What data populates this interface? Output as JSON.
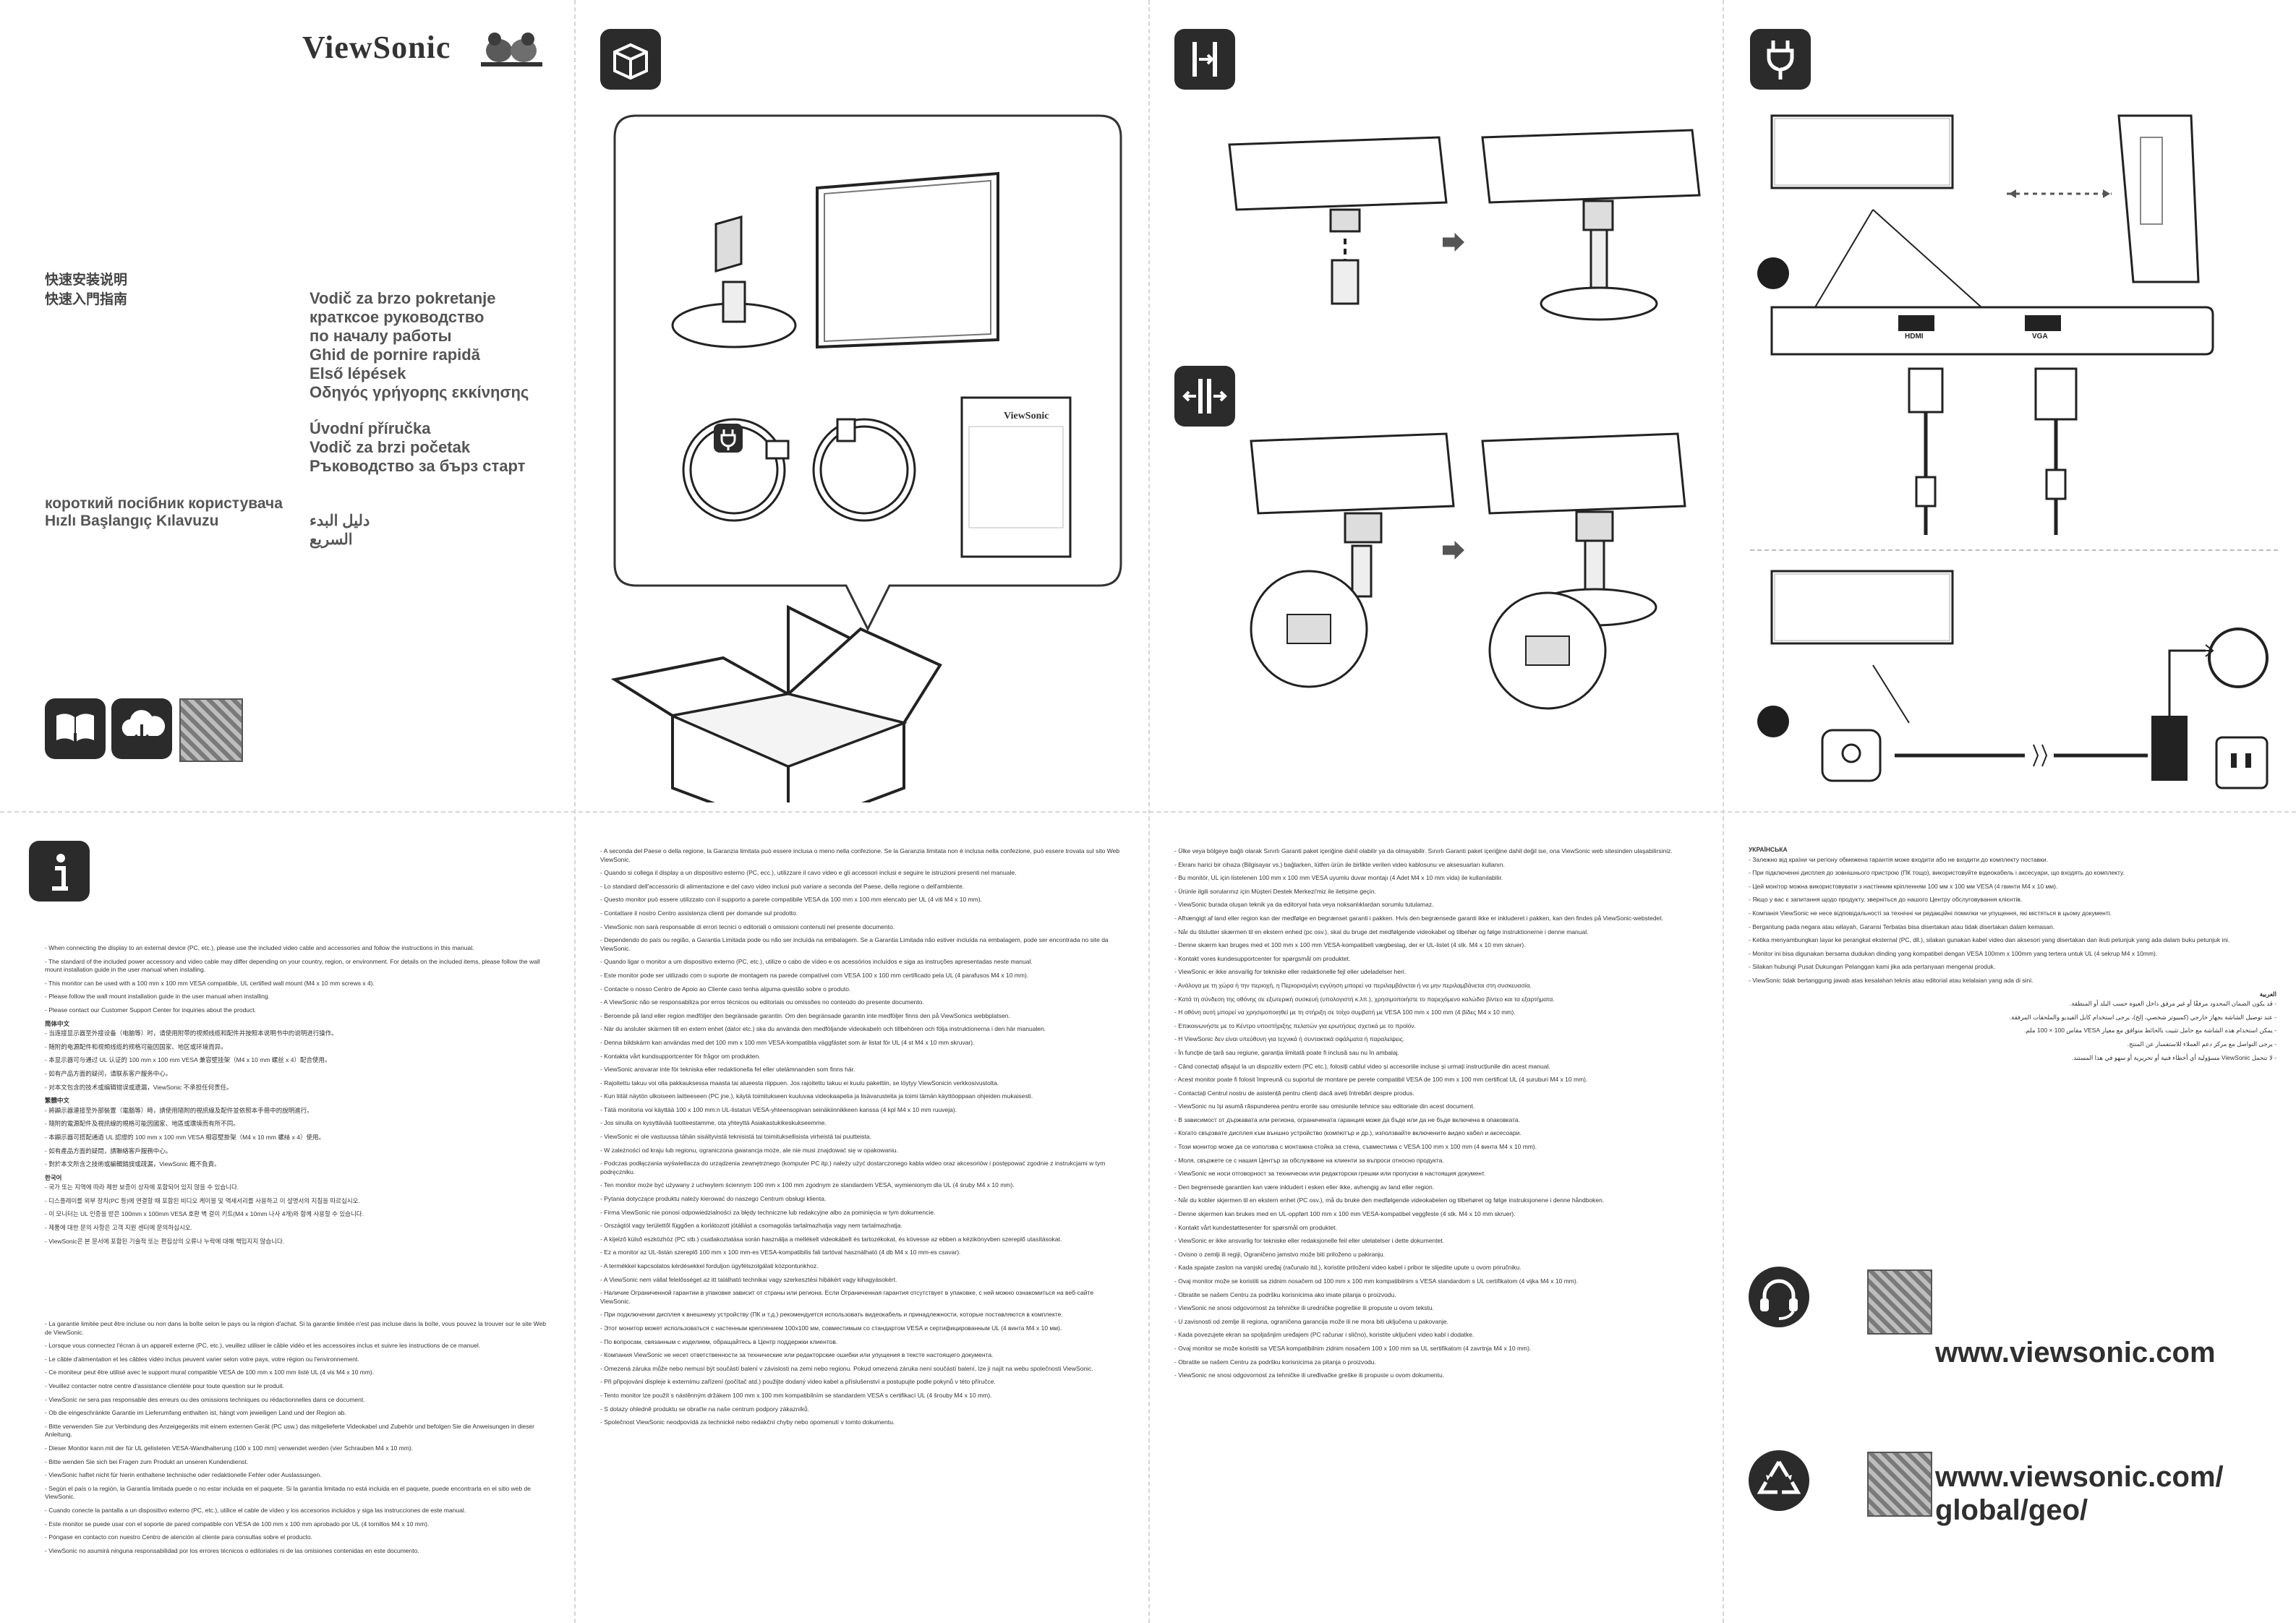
{
  "header": {
    "brand": "ViewSonic"
  },
  "titles": {
    "cjk": [
      "快速安装说明",
      "快速入門指南"
    ],
    "group1": [
      "Vodič za brzo pokretanje",
      "кратксое руководство",
      "по началу работы",
      "Ghid de pornire rapidă",
      "Első lépések",
      "Οδηγός γρήγορης εκκίνησης"
    ],
    "group2": [
      "Úvodní příručka",
      "Vodič za brzi početak",
      "Ръководство за бърз старт"
    ],
    "ua": "короткий посібник користувача",
    "tr": "Hızlı Başlangıç Kılavuzu",
    "ar": "دليل البدء السريع"
  },
  "icons": {
    "box": "box-icon",
    "stand": "stand-install-icon",
    "stand_remove": "stand-remove-icon",
    "power": "power-plug-icon",
    "info": "info-icon",
    "manual_download": "manual-download-icon",
    "cloud_download": "cloud-download-icon",
    "support": "headset-icon",
    "recycle": "recycle-icon"
  },
  "connectors": {
    "hdmi": "HDMI",
    "vga": "VGA"
  },
  "box_contents": {
    "guide_brand": "ViewSonic"
  },
  "urls": {
    "main": "www.viewsonic.com",
    "geo_line1": "www.viewsonic.com/",
    "geo_line2": "global/geo/"
  },
  "text": {
    "en": [
      "When connecting the display to an external device (PC, etc.), please use the included video cable and accessories and follow the instructions in this manual.",
      "The standard of the included power accessory and video cable may differ depending on your country, region, or environment. For details on the included items, please follow the wall mount installation guide in the user manual when installing.",
      "This monitor can be used with a 100 mm x 100 mm VESA compatible, UL certified wall mount (M4 x 10 mm screws x 4).",
      "Please follow the wall mount installation guide in the user manual when installing.",
      "Please contact our Customer Support Center for inquiries about the product."
    ],
    "fr": [
      "La garantie limitée peut être incluse ou non dans la boîte selon le pays ou la région d'achat. Si la garantie limitée n'est pas incluse dans la boîte, vous pouvez la trouver sur le site Web de ViewSonic.",
      "Lorsque vous connectez l'écran à un appareil externe (PC, etc.), veuillez utiliser le câble vidéo et les accessoires inclus et suivre les instructions de ce manuel.",
      "Le câble d'alimentation et les câbles vidéo inclus peuvent varier selon votre pays, votre région ou l'environnement.",
      "Ce moniteur peut être utilisé avec le support mural compatible VESA de 100 mm x 100 mm listé UL (4 vis M4 x 10 mm).",
      "Veuillez contacter notre centre d'assistance clientèle pour toute question sur le produit.",
      "ViewSonic ne sera pas responsable des erreurs ou des omissions techniques ou rédactionnelles dans ce document."
    ],
    "de": [
      "Ob die eingeschränkte Garantie im Lieferumfang enthalten ist, hängt vom jeweiligen Land und der Region ab.",
      "Bitte verwenden Sie zur Verbindung des Anzeigegeräts mit einem externen Gerät (PC usw.) das mitgelieferte Videokabel und Zubehör und befolgen Sie die Anweisungen in dieser Anleitung.",
      "Dieser Monitor kann mit der für UL gelisteten VESA-Wandhalterung (100 x 100 mm) verwendet werden (vier Schrauben M4 x 10 mm).",
      "Bitte wenden Sie sich bei Fragen zum Produkt an unseren Kundendienst.",
      "ViewSonic haftet nicht für hierin enthaltene technische oder redaktionelle Fehler oder Auslassungen."
    ],
    "es": [
      "Según el país o la región, la Garantía limitada puede o no estar incluida en el paquete. Si la garantía limitada no está incluida en el paquete, puede encontrarla en el sitio web de ViewSonic.",
      "Cuando conecte la pantalla a un dispositivo externo (PC, etc.), utilice el cable de vídeo y los accesorios incluidos y siga las instrucciones de este manual.",
      "Este monitor se puede usar con el soporte de pared compatible con VESA de 100 mm x 100 mm aprobado por UL (4 tornillos M4 x 10 mm).",
      "Póngase en contacto con nuestro Centro de atención al cliente para consultas sobre el producto.",
      "ViewSonic no asumirá ninguna responsabilidad por los errores técnicos o editoriales ni de las omisiones contenidas en este documento."
    ],
    "it": [
      "A seconda del Paese o della regione, la Garanzia limitata può essere inclusa o meno nella confezione. Se la Garanzia limitata non è inclusa nella confezione, può essere trovata sul sito Web ViewSonic.",
      "Quando si collega il display a un dispositivo esterno (PC, ecc.), utilizzare il cavo video e gli accessori inclusi e seguire le istruzioni presenti nel manuale.",
      "Lo standard dell'accessorio di alimentazione e del cavo video inclusi può variare a seconda del Paese, della regione o dell'ambiente.",
      "Questo monitor può essere utilizzato con il supporto a parete compatibile VESA da 100 mm x 100 mm elencato per UL (4 viti M4 x 10 mm).",
      "Contattare il nostro Centro assistenza clienti per domande sul prodotto.",
      "ViewSonic non sarà responsabile di errori tecnici o editoriali o omissioni contenuti nel presente documento."
    ],
    "pt": [
      "Dependendo do país ou região, a Garantia Limitada pode ou não ser incluída na embalagem. Se a Garantia Limitada não estiver incluída na embalagem, pode ser encontrada no site da ViewSonic.",
      "Quando ligar o monitor a um dispositivo externo (PC, etc.), utilize o cabo de vídeo e os acessórios incluídos e siga as instruções apresentadas neste manual.",
      "Este monitor pode ser utilizado com o suporte de montagem na parede compatível com VESA 100 x 100 mm certificado pela UL (4 parafusos M4 x 10 mm).",
      "Contacte o nosso Centro de Apoio ao Cliente caso tenha alguma questão sobre o produto.",
      "A ViewSonic não se responsabiliza por erros técnicos ou editoriais ou omissões no conteúdo do presente documento."
    ],
    "sv": [
      "Beroende på land eller region medföljer den begränsade garantin. Om den begränsade garantin inte medföljer finns den på ViewSonics webbplatsen.",
      "När du ansluter skärmen till en extern enhet (dator etc.) ska du använda den medföljande videokabeln och tillbehören och följa instruktionerna i den här manualen.",
      "Denna bildskärm kan användas med det 100 mm x 100 mm VESA-kompatibla väggfästet som är listat för UL (4 st M4 x 10 mm skruvar).",
      "Kontakta vårt kundsupportcenter för frågor om produkten.",
      "ViewSonic ansvarar inte för tekniska eller redaktionella fel eller utelämnanden som finns här."
    ],
    "fi": [
      "Rajoitettu takuu voi olla pakkauksessa maasta tai alueesta riippuen. Jos rajoitettu takuu ei kuulu pakettiin, se löytyy ViewSonicin verkkosivustolta.",
      "Kun liität näytön ulkoiseen laitteeseen (PC jne.), käytä toimitukseen kuuluvaa videokaapelia ja lisävarusteita ja toimi tämän käyttöoppaan ohjeiden mukaisesti.",
      "Tätä monitoria voi käyttää 100 x 100 mm:n UL-listatun VESA-yhteensopivan seinäkiinnikkeen kanssa (4 kpl M4 x 10 mm ruuveja).",
      "Jos sinulla on kysyttävää tuotteestamme, ota yhteyttä Asiakastukikeskukseemme.",
      "ViewSonic ei ole vastuussa tähän sisältyvistä teknisistä tai toimituksellisista virheistä tai puutteista."
    ],
    "pl": [
      "W zależności od kraju lub regionu, ograniczona gwarancja może, ale nie musi znajdować się w opakowaniu.",
      "Podczas podłączania wyświetlacza do urządzenia zewnętrznego (komputer PC itp.) należy użyć dostarczonego kabla wideo oraz akcesoriów i postępować zgodnie z instrukcjami w tym podręczniku.",
      "Ten monitor może być używany z uchwytem ściennym 100 mm x 100 mm zgodnym ze standardem VESA, wymienionym dla UL (4 śruby M4 x 10 mm).",
      "Pytania dotyczące produktu należy kierować do naszego Centrum obsługi klienta.",
      "Firma ViewSonic nie ponosi odpowiedzialności za błędy techniczne lub redakcyjne albo za pominięcia w tym dokumencie."
    ],
    "hu": [
      "Országtól vagy területtől függően a korlátozott jótállást a csomagolás tartalmazhatja vagy nem tartalmazhatja.",
      "A kijelző külső eszközhöz (PC stb.) csatlakoztatása során használja a mellékelt videokábelt és tartozékokat, és kövesse az ebben a kézikönyvben szereplő utasításokat.",
      "Ez a monitor az UL-listán szereplő 100 mm x 100 mm-es VESA-kompatibilis fali tartóval használható (4 db M4 x 10 mm-es csavar).",
      "A termékkel kapcsolatos kérdésekkel forduljon ügyfélszolgálati központunkhoz.",
      "A ViewSonic nem vállal felelősséget az itt található technikai vagy szerkesztési hibákért vagy kihagyásokért."
    ],
    "ru": [
      "Наличие Ограниченной гарантии в упаковке зависит от страны или региона. Если Ограниченная гарантия отсутствует в упаковке, с ней можно ознакомиться на веб-сайте ViewSonic.",
      "При подключении дисплея к внешнему устройству (ПК и т.д.) рекомендуется использовать видеокабель и принадлежности, которые поставляются в комплекте.",
      "Этот монитор может использоваться с настенным креплением 100x100 мм, совместимым со стандартом VESA и сертифицированным UL (4 винта M4 x 10 мм).",
      "По вопросам, связанным с изделием, обращайтесь в Центр поддержки клиентов.",
      "Компания ViewSonic не несет ответственности за технические или редакторские ошибки или упущения в тексте настоящего документа."
    ],
    "cs": [
      "Omezená záruka může nebo nemusí být součástí balení v závislosti na zemi nebo regionu. Pokud omezená záruka není součástí balení, lze ji najít na webu společnosti ViewSonic.",
      "Při připojování displeje k externímu zařízení (počítač atd.) použijte dodaný video kabel a příslušenství a postupujte podle pokynů v této příručce.",
      "Tento monitor lze použít s nástěnným držákem 100 mm x 100 mm kompatibilním se standardem VESA s certifikací UL (4 šrouby M4 x 10 mm).",
      "S dotazy ohledně produktu se obraťte na naše centrum podpory zákazníků.",
      "Společnost ViewSonic neodpovídá za technické nebo redakční chyby nebo opomenutí v tomto dokumentu."
    ],
    "tr": [
      "Ülke veya bölgeye bağlı olarak Sınırlı Garanti paket içeriğine dahil olabilir ya da olmayabilir. Sınırlı Garanti paket içeriğine dahil değil ise, ona ViewSonic web sitesinden ulaşabilirsiniz.",
      "Ekranı harici bir cihaza (Bilgisayar vs.) bağlarken, lütfen ürün ile birlikte verilen video kablosunu ve aksesuarları kullanın.",
      "Bu monitör, UL için listelenen 100 mm x 100 mm VESA uyumlu duvar montajı (4 Adet M4 x 10 mm vida) ile kullanılabilir.",
      "Ürünle ilgili sorularınız için Müşteri Destek Merkezi'miz ile iletişime geçin.",
      "ViewSonic burada oluşan teknik ya da editoryal hata veya noksanlıklardan sorumlu tutulamaz."
    ],
    "da": [
      "Afhængigt af land eller region kan der medfølge en begrænset garanti i pakken. Hvis den begrænsede garanti ikke er inkluderet i pakken, kan den findes på ViewSonic-webstedet.",
      "Når du tilslutter skærmen til en ekstern enhed (pc osv.), skal du bruge det medfølgende videokabel og tilbehør og følge instruktionerne i denne manual.",
      "Denne skærm kan bruges med et 100 mm x 100 mm VESA-kompatibelt vægbeslag, der er UL-listet (4 stk. M4 x 10 mm skruer).",
      "Kontakt vores kundesupportcenter for spørgsmål om produktet.",
      "ViewSonic er ikke ansvarlig for tekniske eller redaktionelle fejl eller udeladelser heri."
    ],
    "el": [
      "Ανάλογα με τη χώρα ή την περιοχή, η Περιορισμένη εγγύηση μπορεί να περιλαμβάνεται ή να μην περιλαμβάνεται στη συσκευασία.",
      "Κατά τη σύνδεση της οθόνης σε εξωτερική συσκευή (υπολογιστή κ.λπ.), χρησιμοποιήστε το παρεχόμενο καλώδιο βίντεο και τα εξαρτήματα.",
      "Η οθόνη αυτή μπορεί να χρησιμοποιηθεί με τη στήριξη σε τοίχο συμβατή με VESA 100 mm x 100 mm (4 βίδες M4 x 10 mm).",
      "Επικοινωνήστε με το Κέντρο υποστήριξης πελατών για ερωτήσεις σχετικά με το προϊόν.",
      "Η ViewSonic δεν είναι υπεύθυνη για τεχνικά ή συντακτικά σφάλματα ή παραλείψεις."
    ],
    "ro": [
      "În funcție de țară sau regiune, garanția limitată poate fi inclusă sau nu în ambalaj.",
      "Când conectați afișajul la un dispozitiv extern (PC etc.), folosiți cablul video și accesoriile incluse și urmați instrucțiunile din acest manual.",
      "Acest monitor poate fi folosit împreună cu suportul de montare pe perete compatibil VESA de 100 mm x 100 mm certificat UL (4 șuruburi M4 x 10 mm).",
      "Contactați Centrul nostru de asistență pentru clienți dacă aveți întrebări despre produs.",
      "ViewSonic nu își asumă răspunderea pentru erorile sau omisiunile tehnice sau editoriale din acest document."
    ],
    "bg": [
      "В зависимост от държавата или региона, ограничената гаранция може да бъде или да не бъде включена в опаковката.",
      "Когато свързвате дисплея към външно устройство (компютър и др.), използвайте включените видео кабел и аксесоари.",
      "Този монитор може да се използва с монтажна стойка за стена, съвместима с VESA 100 mm x 100 mm (4 винта M4 x 10 mm).",
      "Моля, свържете се с нашия Център за обслужване на клиенти за въпроси относно продукта.",
      "ViewSonic не носи отговорност за технически или редакторски грешки или пропуски в настоящия документ."
    ],
    "no": [
      "Den begrensede garantien kan være inkludert i esken eller ikke, avhengig av land eller region.",
      "Når du kobler skjermen til en ekstern enhet (PC osv.), må du bruke den medfølgende videokabelen og tilbehøret og følge instruksjonene i denne håndboken.",
      "Denne skjermen kan brukes med en UL-oppført 100 mm x 100 mm VESA-kompatibel veggfeste (4 stk. M4 x 10 mm skruer).",
      "Kontakt vårt kundestøttesenter for spørsmål om produktet.",
      "ViewSonic er ikke ansvarlig for tekniske eller redaksjonelle feil eller utelatelser i dette dokumentet."
    ],
    "hr": [
      "Ovisno o zemlji ili regiji, Ograničeno jamstvo može biti priloženo u pakiranju.",
      "Kada spajate zaslon na vanjski uređaj (računalo itd.), koristite priloženi video kabel i pribor te slijedite upute u ovom priručniku.",
      "Ovaj monitor može se koristiti sa zidnim nosačem od 100 mm x 100 mm kompatibilnim s VESA standardom s UL certifikatom (4 vijka M4 x 10 mm).",
      "Obratite se našem Centru za podršku korisnicima ako imate pitanja o proizvodu.",
      "ViewSonic ne snosi odgovornost za tehničke ili uredničke pogreške ili propuste u ovom tekstu."
    ],
    "sr": [
      "U zavisnosti od zemlje ili regiona, ograničena garancija može ili ne mora biti uključena u pakovanje.",
      "Kada povezujete ekran sa spoljašnjim uređajem (PC računar i slično), koristite uključeni video kabl i dodatke.",
      "Ovaj monitor se može koristiti sa VESA kompatibilnim zidnim nosačem 100 x 100 mm sa UL sertifikatom (4 zavrtnja M4 x 10 mm).",
      "Obratite se našem Centru za podršku korisnicima za pitanja o proizvodu.",
      "ViewSonic ne snosi odgovornost za tehničke ili uređivačke greške ili propuste u ovom dokumentu."
    ],
    "ua_h": "УКРАЇНСЬКА",
    "ua": [
      "Залежно від країни чи регіону обмежена гарантія може входити або не входити до комплекту поставки.",
      "При підключенні дисплея до зовнішнього пристрою (ПК тощо), використовуйте відеокабель і аксесуари, що входять до комплекту.",
      "Цей монітор можна використовувати з настінним кріпленням 100 мм х 100 мм VESA (4 гвинти M4 x 10 мм).",
      "Якщо у вас є запитання щодо продукту, зверніться до нашого Центру обслуговування клієнтів.",
      "Компанія ViewSonic не несе відповідальності за технічні чи редакційні помилки чи упущення, які містяться в цьому документі."
    ],
    "id": [
      "Bergantung pada negara atau wilayah, Garansi Terbatas bisa disertakan atau tidak disertakan dalam kemasan.",
      "Ketika menyambungkan layar ke perangkat eksternal (PC, dll.), silakan gunakan kabel video dan aksesori yang disertakan dan ikuti petunjuk yang ada dalam buku petunjuk ini.",
      "Monitor ini bisa digunakan bersama dudukan dinding yang kompatibel dengan VESA 100mm x 100mm yang tertera untuk UL (4 sekrup M4 x 10mm).",
      "Silakan hubungi Pusat Dukungan Pelanggan kami jika ada pertanyaan mengenai produk.",
      "ViewSonic tidak bertanggung jawab atas kesalahan teknis atau editorial atau kelalaian yang ada di sini."
    ],
    "ar_h": "العربية",
    "ar": [
      "قد يكون الضمان المحدود مرفقًا أو غير مرفق داخل العبوة حسب البلد أو المنطقة.",
      "عند توصيل الشاشة بجهاز خارجي (كمبيوتر شخصي، إلخ)، يرجى استخدام كابل الفيديو والملحقات المرفقة.",
      "يمكن استخدام هذه الشاشة مع حامل تثبيت بالحائط متوافق مع معيار VESA مقاس 100 × 100 ملم.",
      "يرجى التواصل مع مركز دعم العملاء للاستفسار عن المنتج.",
      "لا تتحمل ViewSonic مسؤولية أي أخطاء فنية أو تحريرية أو سهو في هذا المستند."
    ],
    "zh_h": "简体中文",
    "zh": [
      "当连接显示器至外接设备（电脑等）时，请使用附带的视频线缆和配件并按照本说明书中的说明进行操作。",
      "随附的电源配件和视频线缆的规格可能因国家、地区或环境而异。",
      "本显示器可与通过 UL 认证的 100 mm x 100 mm VESA 兼容壁挂架（M4 x 10 mm 螺丝 x 4）配合使用。",
      "如有产品方面的疑问，请联系客户服务中心。",
      "对本文包含的技术或编辑错误或遗漏，ViewSonic 不承担任何责任。"
    ],
    "tw_h": "繁體中文",
    "tw": [
      "將顯示器連接至外部裝置（電腦等）時，請使用隨附的視訊線及配件並依照本手冊中的說明進行。",
      "隨附的電源配件及視訊線的規格可能因國家、地區或環境而有所不同。",
      "本顯示器可搭配通過 UL 認證的 100 mm x 100 mm VESA 相容壁掛架（M4 x 10 mm 螺絲 x 4）使用。",
      "如有產品方面的疑問，請聯絡客戶服務中心。",
      "對於本文所含之技術或編輯錯誤或疏漏，ViewSonic 概不負責。"
    ],
    "ko_h": "한국어",
    "ko": [
      "국가 또는 지역에 따라 제한 보증이 상자에 포함되어 있지 않을 수 있습니다.",
      "디스플레이를 외부 장치(PC 등)에 연결할 때 포함된 비디오 케이블 및 액세서리를 사용하고 이 설명서의 지침을 따르십시오.",
      "이 모니터는 UL 인증을 받은 100mm x 100mm VESA 호환 벽 걸이 키트(M4 x 10mm 나사 4개)와 함께 사용할 수 있습니다.",
      "제품에 대한 문의 사항은 고객 지원 센터에 문의하십시오.",
      "ViewSonic은 본 문서에 포함된 기술적 또는 편집상의 오류나 누락에 대해 책임지지 않습니다."
    ]
  }
}
